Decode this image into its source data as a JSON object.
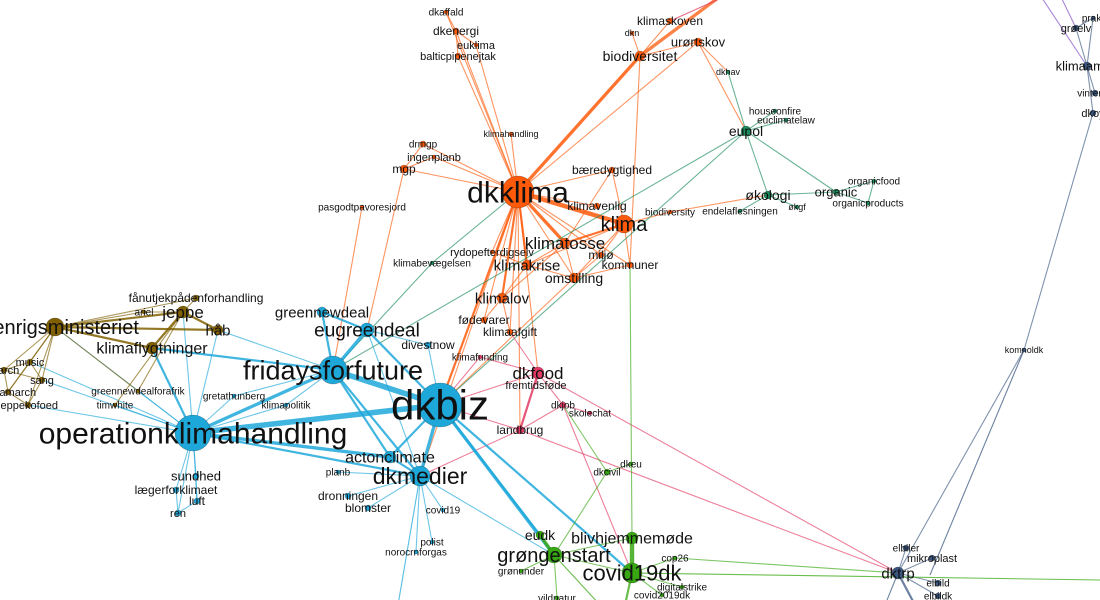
{
  "groups": {
    "orange": "#ff5a0a",
    "pink": "#e23a64",
    "teal": "#1b8c5c",
    "olive": "#806000",
    "blue": "#1ea8da",
    "green": "#38a812",
    "navy": "#3b5781",
    "purple": "#8a5cc8"
  },
  "nodes": [
    {
      "id": "dkklima",
      "group": "orange"
    },
    {
      "id": "klima",
      "group": "orange"
    },
    {
      "id": "klimatosse",
      "group": "orange"
    },
    {
      "id": "klimakrise",
      "group": "orange"
    },
    {
      "id": "klimalov",
      "group": "orange"
    },
    {
      "id": "omstilling",
      "group": "orange"
    },
    {
      "id": "miljø",
      "group": "orange"
    },
    {
      "id": "kommuner",
      "group": "orange"
    },
    {
      "id": "klimavenlig",
      "group": "orange"
    },
    {
      "id": "bæredygtighed",
      "group": "orange"
    },
    {
      "id": "biodiversity",
      "group": "orange"
    },
    {
      "id": "rydopefterdigselv",
      "group": "orange"
    },
    {
      "id": "fødevarer",
      "group": "orange"
    },
    {
      "id": "klimaafgift",
      "group": "orange"
    },
    {
      "id": "klimahandling",
      "group": "orange"
    },
    {
      "id": "drmgp",
      "group": "orange"
    },
    {
      "id": "ingenplanb",
      "group": "orange"
    },
    {
      "id": "mgp",
      "group": "orange"
    },
    {
      "id": "pasgodtpavoresjord",
      "group": "orange"
    },
    {
      "id": "dkaffald",
      "group": "orange"
    },
    {
      "id": "dkenergi",
      "group": "orange"
    },
    {
      "id": "euklima",
      "group": "orange"
    },
    {
      "id": "balticpipenejtak",
      "group": "orange"
    },
    {
      "id": "biodiversitet",
      "group": "orange"
    },
    {
      "id": "dkn",
      "group": "orange"
    },
    {
      "id": "klimaskoven",
      "group": "orange"
    },
    {
      "id": "urørtskov",
      "group": "orange"
    },
    {
      "id": "dkfood",
      "group": "pink"
    },
    {
      "id": "fremtidsføde",
      "group": "pink"
    },
    {
      "id": "dkjob",
      "group": "pink"
    },
    {
      "id": "skolechat",
      "group": "pink"
    },
    {
      "id": "landbrug",
      "group": "pink"
    },
    {
      "id": "klimafunding",
      "group": "pink"
    },
    {
      "id": "eupol",
      "group": "teal"
    },
    {
      "id": "dkhav",
      "group": "teal"
    },
    {
      "id": "houseonfire",
      "group": "teal"
    },
    {
      "id": "euclimatelaw",
      "group": "teal"
    },
    {
      "id": "økologi",
      "group": "teal"
    },
    {
      "id": "organic",
      "group": "teal"
    },
    {
      "id": "organicfood",
      "group": "teal"
    },
    {
      "id": "organicproducts",
      "group": "teal"
    },
    {
      "id": "endelaflesningen",
      "group": "teal"
    },
    {
      "id": "økgf",
      "group": "teal"
    },
    {
      "id": "klimabevægelsen",
      "group": "teal"
    },
    {
      "id": "udenrigsministeriet",
      "group": "olive"
    },
    {
      "id": "jeppe",
      "group": "olive"
    },
    {
      "id": "fånutjekpådenforhandling",
      "group": "olive"
    },
    {
      "id": "ariel",
      "group": "olive"
    },
    {
      "id": "håb",
      "group": "olive"
    },
    {
      "id": "klimaflygtninger",
      "group": "olive"
    },
    {
      "id": "music",
      "group": "olive"
    },
    {
      "id": "march",
      "group": "olive"
    },
    {
      "id": "sang",
      "group": "olive"
    },
    {
      "id": "klimamarch",
      "group": "olive"
    },
    {
      "id": "jeppekofoed",
      "group": "olive"
    },
    {
      "id": "greennewdealforafrik",
      "group": "olive"
    },
    {
      "id": "timwhite",
      "group": "olive"
    },
    {
      "id": "dkbiz",
      "group": "blue"
    },
    {
      "id": "operationklimahandling",
      "group": "blue"
    },
    {
      "id": "fridaysforfuture",
      "group": "blue"
    },
    {
      "id": "eugreendeal",
      "group": "blue"
    },
    {
      "id": "greennewdeal",
      "group": "blue"
    },
    {
      "id": "divestnow",
      "group": "blue"
    },
    {
      "id": "dkmedier",
      "group": "blue"
    },
    {
      "id": "actonclimate",
      "group": "blue"
    },
    {
      "id": "gretathunberg",
      "group": "blue"
    },
    {
      "id": "klimapolitik",
      "group": "blue"
    },
    {
      "id": "planb",
      "group": "blue"
    },
    {
      "id": "dronningen",
      "group": "blue"
    },
    {
      "id": "blomster",
      "group": "blue"
    },
    {
      "id": "covid19",
      "group": "blue"
    },
    {
      "id": "polist",
      "group": "blue"
    },
    {
      "id": "norocrnforgas",
      "group": "blue"
    },
    {
      "id": "sundhed",
      "group": "blue"
    },
    {
      "id": "lægerforklimaet",
      "group": "blue"
    },
    {
      "id": "luft",
      "group": "blue"
    },
    {
      "id": "ren",
      "group": "blue"
    },
    {
      "id": "covid19dk",
      "group": "green"
    },
    {
      "id": "grøngenstart",
      "group": "green"
    },
    {
      "id": "blivhjemmemøde",
      "group": "green"
    },
    {
      "id": "eudk",
      "group": "green"
    },
    {
      "id": "grønunder",
      "group": "green"
    },
    {
      "id": "cop26",
      "group": "green"
    },
    {
      "id": "digitalstrike",
      "group": "green"
    },
    {
      "id": "covid2019dk",
      "group": "green"
    },
    {
      "id": "vildnatur",
      "group": "green"
    },
    {
      "id": "dkcivil",
      "group": "green"
    },
    {
      "id": "dkeu",
      "group": "green"
    },
    {
      "id": "dktrp",
      "group": "navy"
    },
    {
      "id": "elbiler",
      "group": "navy"
    },
    {
      "id": "mikroplast",
      "group": "navy"
    },
    {
      "id": "elbild",
      "group": "navy"
    },
    {
      "id": "elbildk",
      "group": "navy"
    },
    {
      "id": "komnoldk",
      "group": "navy"
    },
    {
      "id": "klimaamba",
      "group": "navy"
    },
    {
      "id": "grøelv",
      "group": "navy"
    },
    {
      "id": "prakt",
      "group": "navy"
    },
    {
      "id": "vinterab",
      "group": "navy"
    },
    {
      "id": "dkoy",
      "group": "navy"
    }
  ],
  "edges": [
    [
      "dkklima",
      "klima",
      4
    ],
    [
      "dkklima",
      "klimatosse",
      3
    ],
    [
      "dkklima",
      "klimakrise",
      2
    ],
    [
      "dkklima",
      "klimalov",
      2
    ],
    [
      "dkklima",
      "omstilling",
      1
    ],
    [
      "dkklima",
      "miljø",
      1
    ],
    [
      "dkklima",
      "kommuner",
      1
    ],
    [
      "dkklima",
      "klimavenlig",
      1
    ],
    [
      "dkklima",
      "bæredygtighed",
      1
    ],
    [
      "dkklima",
      "rydopefterdigselv",
      1
    ],
    [
      "dkklima",
      "fødevarer",
      1
    ],
    [
      "dkklima",
      "klimaafgift",
      1
    ],
    [
      "dkklima",
      "klimahandling",
      1
    ],
    [
      "dkklima",
      "drmgp",
      1
    ],
    [
      "dkklima",
      "ingenplanb",
      1
    ],
    [
      "dkklima",
      "mgp",
      1
    ],
    [
      "dkklima",
      "dkaffald",
      1
    ],
    [
      "dkklima",
      "dkenergi",
      1
    ],
    [
      "dkklima",
      "euklima",
      1
    ],
    [
      "dkklima",
      "balticpipenejtak",
      1
    ],
    [
      "dkklima",
      "biodiversitet",
      3
    ],
    [
      "dkklima",
      "urørtskov",
      1
    ],
    [
      "dkklima",
      "dkbiz",
      2
    ],
    [
      "dkklima",
      "dkfood",
      1
    ],
    [
      "dkklima",
      "landbrug",
      1
    ],
    [
      "dkklima",
      "dkmedier",
      1
    ],
    [
      "klima",
      "klimatosse",
      2
    ],
    [
      "klima",
      "miljø",
      1
    ],
    [
      "klima",
      "kommuner",
      1
    ],
    [
      "klima",
      "omstilling",
      1
    ],
    [
      "klima",
      "biodiversity",
      1
    ],
    [
      "klima",
      "bæredygtighed",
      1
    ],
    [
      "klima",
      "klimakrise",
      1
    ],
    [
      "klimatosse",
      "klimakrise",
      1
    ],
    [
      "klimatosse",
      "omstilling",
      1
    ],
    [
      "klimatosse",
      "bæredygtighed",
      1
    ],
    [
      "klimatosse",
      "klimalov",
      1
    ],
    [
      "klimakrise",
      "klimalov",
      1
    ],
    [
      "klimakrise",
      "rydopefterdigselv",
      1
    ],
    [
      "klimakrise",
      "omstilling",
      1
    ],
    [
      "omstilling",
      "miljø",
      1
    ],
    [
      "omstilling",
      "kommuner",
      1
    ],
    [
      "omstilling",
      "dkbiz",
      1
    ],
    [
      "klimalov",
      "fødevarer",
      1
    ],
    [
      "klimalov",
      "klimaafgift",
      1
    ],
    [
      "mgp",
      "drmgp",
      1
    ],
    [
      "mgp",
      "ingenplanb",
      1
    ],
    [
      "mgp",
      "eugreendeal",
      1
    ],
    [
      "pasgodtpavoresjord",
      "fridaysforfuture",
      1
    ],
    [
      "dkenergi",
      "euklima",
      1
    ],
    [
      "dkenergi",
      "balticpipenejtak",
      1
    ],
    [
      "dkenergi",
      "dkaffald",
      1
    ],
    [
      "biodiversitet",
      "dkn",
      1
    ],
    [
      "biodiversitet",
      "klimaskoven",
      1
    ],
    [
      "biodiversitet",
      "urørtskov",
      1
    ],
    [
      "biodiversitet",
      "kommuner",
      1
    ],
    [
      "urørtskov",
      "dkhav",
      1
    ],
    [
      "urørtskov",
      "eupol",
      1
    ],
    [
      "eupol",
      "dkhav",
      1
    ],
    [
      "eupol",
      "houseonfire",
      1
    ],
    [
      "eupol",
      "euclimatelaw",
      1
    ],
    [
      "eupol",
      "økologi",
      1
    ],
    [
      "eupol",
      "organic",
      1
    ],
    [
      "eupol",
      "dkbiz",
      1
    ],
    [
      "eupol",
      "fridaysforfuture",
      1
    ],
    [
      "økologi",
      "organic",
      1
    ],
    [
      "økologi",
      "endelaflesningen",
      1
    ],
    [
      "økologi",
      "økgf",
      1
    ],
    [
      "biodiversity",
      "økologi",
      1
    ],
    [
      "organic",
      "organicfood",
      1
    ],
    [
      "organic",
      "organicproducts",
      1
    ],
    [
      "organicfood",
      "organicproducts",
      1
    ],
    [
      "klimabevægelsen",
      "fridaysforfuture",
      1
    ],
    [
      "klimabevægelsen",
      "dkklima",
      1
    ],
    [
      "dkfood",
      "fremtidsføde",
      1
    ],
    [
      "dkfood",
      "dkjob",
      1
    ],
    [
      "dkfood",
      "landbrug",
      2
    ],
    [
      "dkfood",
      "dkbiz",
      1
    ],
    [
      "dkfood",
      "klimafunding",
      1
    ],
    [
      "dkfood",
      "klimaafgift",
      1
    ],
    [
      "dkfood",
      "dktrp",
      1
    ],
    [
      "dkjob",
      "skolechat",
      1
    ],
    [
      "dkjob",
      "landbrug",
      1
    ],
    [
      "dkjob",
      "covid19dk",
      1
    ],
    [
      "klimafunding",
      "dkbiz",
      1
    ],
    [
      "landbrug",
      "dkbiz",
      1
    ],
    [
      "landbrug",
      "dkmedier",
      1
    ],
    [
      "landbrug",
      "dktrp",
      1
    ],
    [
      "dkbiz",
      "operationklimahandling",
      5
    ],
    [
      "dkbiz",
      "fridaysforfuture",
      5
    ],
    [
      "dkbiz",
      "eugreendeal",
      2
    ],
    [
      "dkbiz",
      "dkmedier",
      3
    ],
    [
      "dkbiz",
      "actonclimate",
      2
    ],
    [
      "dkbiz",
      "grøngenstart",
      3
    ],
    [
      "dkbiz",
      "eudk",
      2
    ],
    [
      "dkbiz",
      "covid19dk",
      2
    ],
    [
      "dkbiz",
      "divestnow",
      1
    ],
    [
      "fridaysforfuture",
      "eugreendeal",
      3
    ],
    [
      "fridaysforfuture",
      "greennewdeal",
      2
    ],
    [
      "fridaysforfuture",
      "operationklimahandling",
      3
    ],
    [
      "fridaysforfuture",
      "dkmedier",
      2
    ],
    [
      "fridaysforfuture",
      "actonclimate",
      2
    ],
    [
      "fridaysforfuture",
      "gretathunberg",
      1
    ],
    [
      "fridaysforfuture",
      "klimapolitik",
      1
    ],
    [
      "fridaysforfuture",
      "klimaflygtninger",
      2
    ],
    [
      "fridaysforfuture",
      "håb",
      1
    ],
    [
      "operationklimahandling",
      "actonclimate",
      3
    ],
    [
      "operationklimahandling",
      "dkmedier",
      2
    ],
    [
      "operationklimahandling",
      "sundhed",
      1
    ],
    [
      "operationklimahandling",
      "lægerforklimaet",
      1
    ],
    [
      "operationklimahandling",
      "luft",
      1
    ],
    [
      "operationklimahandling",
      "ren",
      1
    ],
    [
      "operationklimahandling",
      "gretathunberg",
      1
    ],
    [
      "operationklimahandling",
      "klimapolitik",
      1
    ],
    [
      "operationklimahandling",
      "udenrigsministeriet",
      1
    ],
    [
      "operationklimahandling",
      "jeppe",
      1
    ],
    [
      "operationklimahandling",
      "håb",
      1
    ],
    [
      "operationklimahandling",
      "klimaflygtninger",
      2
    ],
    [
      "operationklimahandling",
      "greennewdealforafrik",
      1
    ],
    [
      "operationklimahandling",
      "music",
      1
    ],
    [
      "operationklimahandling",
      "sang",
      1
    ],
    [
      "operationklimahandling",
      "jeppekofoed",
      1
    ],
    [
      "operationklimahandling",
      "timwhite",
      1
    ],
    [
      "eugreendeal",
      "greennewdeal",
      2
    ],
    [
      "eugreendeal",
      "divestnow",
      1
    ],
    [
      "eugreendeal",
      "dkmedier",
      1
    ],
    [
      "dkmedier",
      "actonclimate",
      2
    ],
    [
      "dkmedier",
      "planb",
      1
    ],
    [
      "dkmedier",
      "dronningen",
      1
    ],
    [
      "dkmedier",
      "blomster",
      1
    ],
    [
      "dkmedier",
      "covid19",
      1
    ],
    [
      "dkmedier",
      "polist",
      1
    ],
    [
      "dkmedier",
      "norocrnforgas",
      1
    ],
    [
      "dkmedier",
      "grøngenstart",
      1
    ],
    [
      "sundhed",
      "luft",
      1
    ],
    [
      "lægerforklimaet",
      "ren",
      1
    ],
    [
      "luft",
      "ren",
      1
    ],
    [
      "udenrigsministeriet",
      "jeppe",
      2
    ],
    [
      "udenrigsministeriet",
      "håb",
      2
    ],
    [
      "udenrigsministeriet",
      "klimaflygtninger",
      2
    ],
    [
      "udenrigsministeriet",
      "music",
      1
    ],
    [
      "udenrigsministeriet",
      "sang",
      1
    ],
    [
      "udenrigsministeriet",
      "klimamarch",
      1
    ],
    [
      "udenrigsministeriet",
      "march",
      1
    ],
    [
      "udenrigsministeriet",
      "jeppekofoed",
      1
    ],
    [
      "udenrigsministeriet",
      "ariel",
      1
    ],
    [
      "udenrigsministeriet",
      "greennewdealforafrik",
      1
    ],
    [
      "udenrigsministeriet",
      "fånutjekpådenforhandling",
      1
    ],
    [
      "jeppe",
      "håb",
      2
    ],
    [
      "jeppe",
      "klimaflygtninger",
      2
    ],
    [
      "jeppe",
      "fånutjekpådenforhandling",
      1
    ],
    [
      "jeppe",
      "ariel",
      1
    ],
    [
      "jeppe",
      "greennewdealforafrik",
      1
    ],
    [
      "jeppe",
      "timwhite",
      1
    ],
    [
      "music",
      "sang",
      1
    ],
    [
      "music",
      "march",
      1
    ],
    [
      "music",
      "klimamarch",
      1
    ],
    [
      "sang",
      "jeppekofoed",
      1
    ],
    [
      "march",
      "klimamarch",
      1
    ],
    [
      "klimamarch",
      "jeppekofoed",
      1
    ],
    [
      "march",
      "sang",
      1
    ],
    [
      "grøngenstart",
      "eudk",
      3
    ],
    [
      "grøngenstart",
      "covid19dk",
      1
    ],
    [
      "grøngenstart",
      "grønunder",
      1
    ],
    [
      "grøngenstart",
      "vildnatur",
      1
    ],
    [
      "grøngenstart",
      "dkcivil",
      1
    ],
    [
      "grøngenstart",
      "blivhjemmemøde",
      1
    ],
    [
      "covid19dk",
      "blivhjemmemøde",
      4
    ],
    [
      "covid19dk",
      "cop26",
      1
    ],
    [
      "covid19dk",
      "digitalstrike",
      1
    ],
    [
      "covid19dk",
      "covid2019dk",
      1
    ],
    [
      "blivhjemmemøde",
      "kommuner",
      1
    ],
    [
      "dkcivil",
      "dkeu",
      1
    ],
    [
      "dkcivil",
      "dkjob",
      1
    ],
    [
      "cop26",
      "dktrp",
      1
    ],
    [
      "dktrp",
      "elbiler",
      1
    ],
    [
      "dktrp",
      "mikroplast",
      1
    ],
    [
      "dktrp",
      "elbild",
      1
    ],
    [
      "dktrp",
      "elbildk",
      1
    ],
    [
      "dktrp",
      "komnoldk",
      1
    ],
    [
      "komnoldk",
      "dkoy",
      1
    ],
    [
      "klimaamba",
      "grøelv",
      1
    ],
    [
      "klimaamba",
      "prakt",
      1
    ],
    [
      "klimaamba",
      "vinterab",
      1
    ],
    [
      "klimaamba",
      "dkoy",
      1
    ],
    [
      "grøelv",
      "prakt",
      1
    ]
  ]
}
